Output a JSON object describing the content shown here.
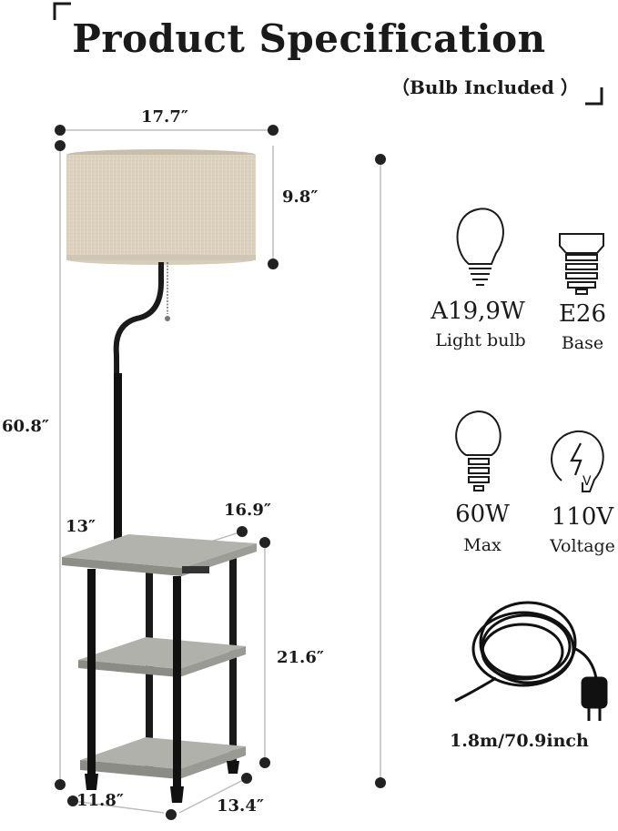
{
  "header": {
    "title": "Product Specification",
    "subtitle": "（Bulb Included ）"
  },
  "dimensions": {
    "shade_width": "17.7″",
    "shade_height": "9.8″",
    "total_height": "60.8″",
    "table_depth_top": "13″",
    "table_width_top": "16.9″",
    "table_height": "21.6″",
    "base_depth": "11.8″",
    "base_width": "13.4″"
  },
  "specs": [
    {
      "value": "A19,9W",
      "label": "Light bulb",
      "icon": "light-bulb-icon"
    },
    {
      "value": "E26",
      "label": "Base",
      "icon": "bulb-base-icon"
    },
    {
      "value": "60W",
      "label": "Max",
      "icon": "led-bulb-icon"
    },
    {
      "value": "110V",
      "label": "Voltage",
      "icon": "voltage-icon"
    }
  ],
  "cord": {
    "length": "1.8m/70.9inch",
    "icon": "power-cord-icon"
  },
  "colors": {
    "shade": "#ddd2bf",
    "shelf": "#a5a5a0",
    "metal": "#1a1a1a",
    "dot": "#222222"
  }
}
